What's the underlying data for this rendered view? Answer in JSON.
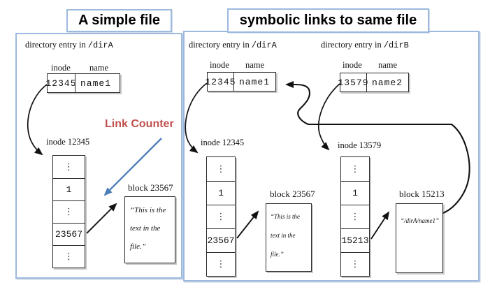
{
  "titles": {
    "simple": "A simple file",
    "symbolic": "symbolic links to same file"
  },
  "simple_panel": {
    "dir_entry": {
      "prefix": "directory entry in",
      "path": "/dirA"
    },
    "columns": {
      "inode": "inode",
      "name": "name"
    },
    "dir_row": {
      "inode": "12345",
      "name": "name1"
    },
    "link_counter": "Link Counter",
    "inode_table": {
      "label": "inode 12345",
      "rows": [
        "⋮",
        "1",
        "⋮",
        "23567",
        "⋮"
      ]
    },
    "block": {
      "label": "block 23567",
      "line1": "“This is the",
      "line2": "text in the",
      "line3": "file.”"
    }
  },
  "symbolic_panel": {
    "dirA": {
      "dir_entry": {
        "prefix": "directory entry in",
        "path": "/dirA"
      },
      "columns": {
        "inode": "inode",
        "name": "name"
      },
      "dir_row": {
        "inode": "12345",
        "name": "name1"
      },
      "inode_table": {
        "label": "inode 12345",
        "rows": [
          "⋮",
          "1",
          "⋮",
          "23567",
          "⋮"
        ]
      },
      "block": {
        "label": "block 23567",
        "line1": "“This is the",
        "line2": "text in the",
        "line3": "file.”"
      }
    },
    "dirB": {
      "dir_entry": {
        "prefix": "directory entry in",
        "path": "/dirB"
      },
      "columns": {
        "inode": "inode",
        "name": "name"
      },
      "dir_row": {
        "inode": "13579",
        "name": "name2"
      },
      "inode_table": {
        "label": "inode 13579",
        "rows": [
          "⋮",
          "1",
          "⋮",
          "15213",
          "⋮"
        ]
      },
      "block": {
        "label": "block 15213",
        "text": "“/dirA/name1”"
      }
    }
  },
  "colors": {
    "panel_border": "#9db9de",
    "title_border": "#9db9de",
    "link_counter_text": "#c0504d",
    "link_counter_arrow": "#4a7ebb",
    "arrow_black": "#111111"
  }
}
